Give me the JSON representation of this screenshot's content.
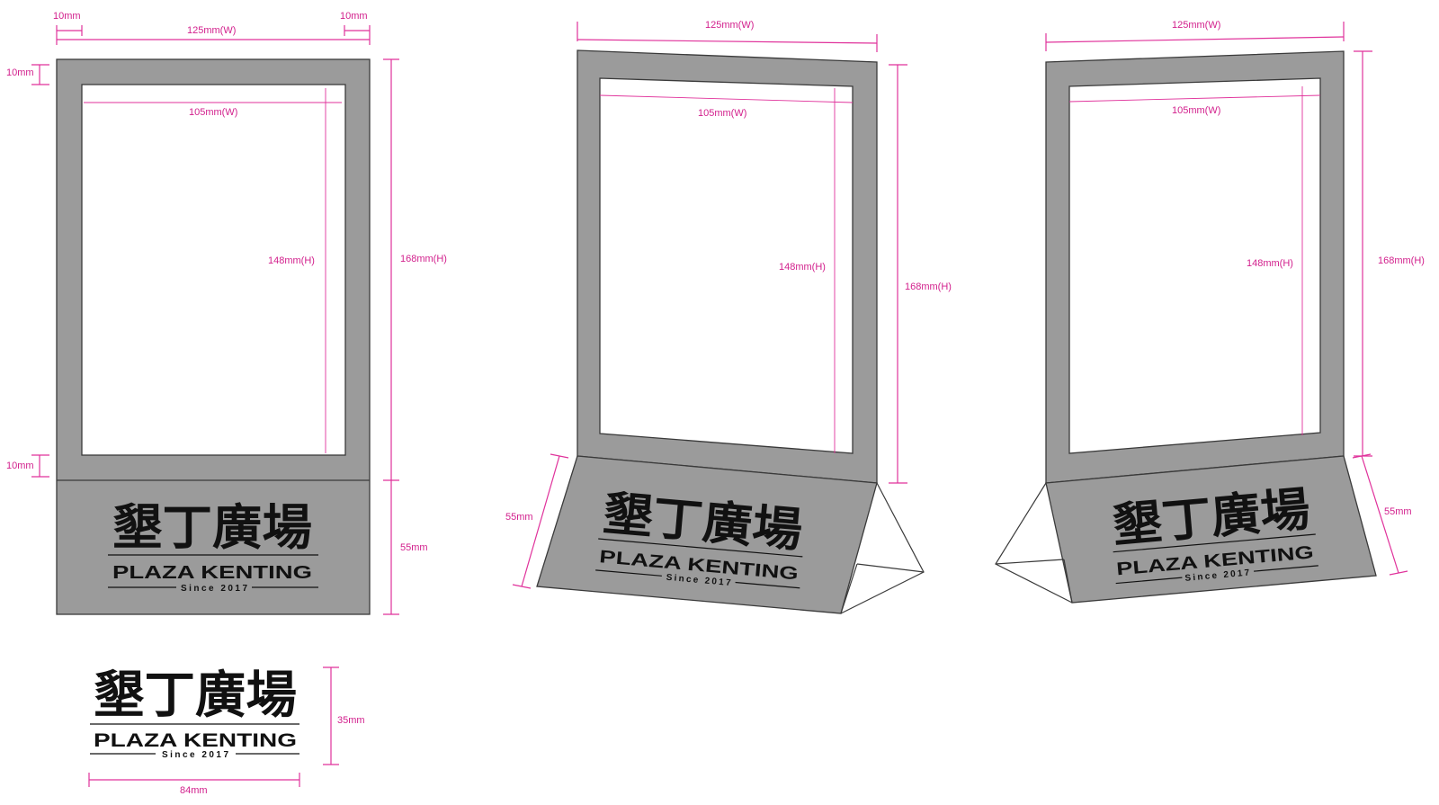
{
  "logo": {
    "chinese": "墾丁廣場",
    "english": "PLAZA KENTING",
    "since": "Since 2017"
  },
  "dimensions": {
    "margin_side": "10mm",
    "width_outer": "125mm(W)",
    "width_inner": "105mm(W)",
    "height_inner": "148mm(H)",
    "height_outer": "168mm(H)",
    "base_height": "55mm",
    "logo_height": "35mm",
    "logo_width": "84mm"
  }
}
